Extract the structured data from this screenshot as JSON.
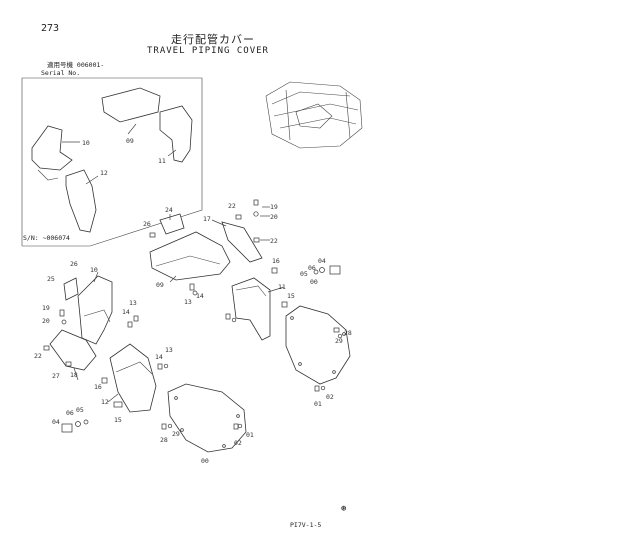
{
  "header": {
    "page_number": "273",
    "title_jp": "走行配管カバー",
    "title_en": "TRAVEL PIPING COVER",
    "serial_label_jp": "適用号機  006001-",
    "serial_label_en": "Serial No."
  },
  "inset": {
    "serial_note": "S/N: ~006074",
    "callouts": [
      "10",
      "09",
      "11",
      "12"
    ]
  },
  "callouts": [
    "24",
    "26",
    "17",
    "22",
    "19",
    "20",
    "22",
    "09",
    "13",
    "14",
    "16",
    "04",
    "06",
    "05",
    "11",
    "15",
    "00",
    "28",
    "29",
    "25",
    "26",
    "10",
    "19",
    "20",
    "13",
    "14",
    "14",
    "13",
    "22",
    "27",
    "18",
    "16",
    "12",
    "15",
    "04",
    "06",
    "05",
    "28",
    "29",
    "02",
    "01",
    "00",
    "02",
    "01"
  ],
  "footer": {
    "code": "PI7V-1-5",
    "mark": "⊛"
  }
}
